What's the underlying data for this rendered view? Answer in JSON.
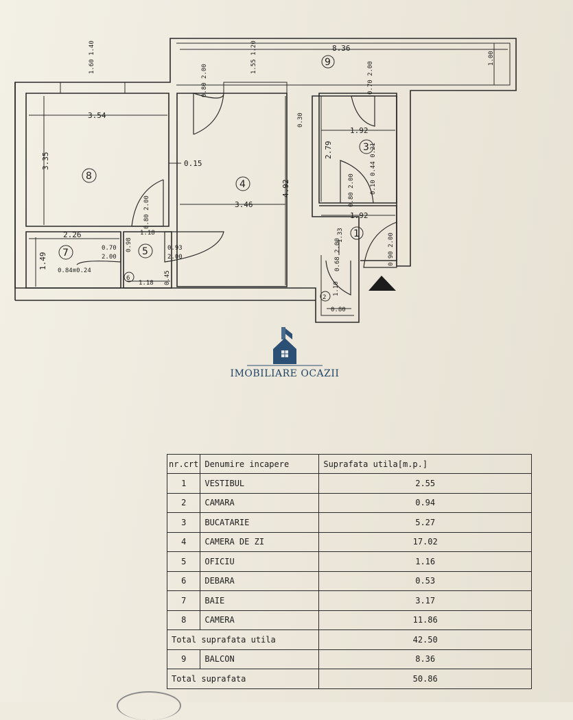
{
  "brand": {
    "name": "IMOBILIARE OCAZII"
  },
  "plan": {
    "rooms": {
      "r1": "1",
      "r2": "2",
      "r3": "3",
      "r4": "4",
      "r5": "5",
      "r6": "6",
      "r7": "7",
      "r8": "8",
      "r9": "9"
    },
    "dims": {
      "d_836": "8.36",
      "d_100": "1.00",
      "w1": "1.60 1.40",
      "w2": "1.55 1.20",
      "door1": "0.80 2.00",
      "door2": "0.70 2.00",
      "d_354": "3.54",
      "d_335": "3.35",
      "d_015": "0.15",
      "d_346": "3.46",
      "d_492": "4.92",
      "d_030": "0.30",
      "d_192a": "1.92",
      "d_279": "2.79",
      "d_k": "0.10 0.44 0.21",
      "door3": "0.80 2.00",
      "d_192b": "1.92",
      "d_133": "1.33",
      "door_entry": "0.90 2.00",
      "door6": "0.68 2.00",
      "d_110": "1.10",
      "d_080": "0.80",
      "door4": "0.80 2.00",
      "d_118a": "1.18",
      "d_226": "2.26",
      "d_098": "0.98",
      "door5a_w": "0.70",
      "door5a_h": "2.00",
      "door5b_w": "0.93",
      "door5b_h": "2.00",
      "d_149": "1.49",
      "d_shaft": "0.84≡0.24",
      "d_118b": "1.18",
      "d_045": "0.45"
    }
  },
  "table": {
    "headers": [
      "nr.crt",
      "Denumire incapere",
      "Suprafata utila[m.p.]"
    ],
    "rows": [
      {
        "nr": "1",
        "name": "VESTIBUL",
        "area": "2.55"
      },
      {
        "nr": "2",
        "name": "CAMARA",
        "area": "0.94"
      },
      {
        "nr": "3",
        "name": "BUCATARIE",
        "area": "5.27"
      },
      {
        "nr": "4",
        "name": "CAMERA DE ZI",
        "area": "17.02"
      },
      {
        "nr": "5",
        "name": "OFICIU",
        "area": "1.16"
      },
      {
        "nr": "6",
        "name": "DEBARA",
        "area": "0.53"
      },
      {
        "nr": "7",
        "name": "BAIE",
        "area": "3.17"
      },
      {
        "nr": "8",
        "name": "CAMERA",
        "area": "11.86"
      }
    ],
    "total_useful": {
      "label": "Total suprafata utila",
      "value": "42.50"
    },
    "balcony": {
      "nr": "9",
      "name": "BALCON",
      "area": "8.36"
    },
    "total": {
      "label": "Total suprafata",
      "value": "50.86"
    }
  }
}
